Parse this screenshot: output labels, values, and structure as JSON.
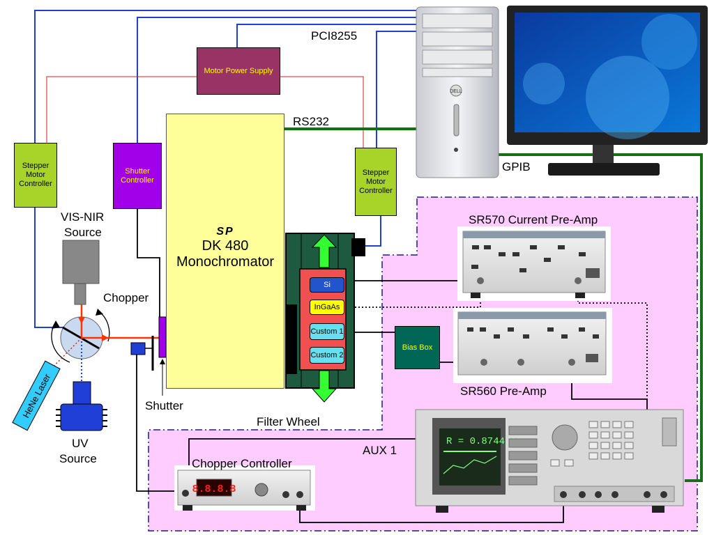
{
  "labels": {
    "pci": "PCI8255",
    "rs232": "RS232",
    "gpib": "GPIB",
    "aux1": "AUX 1",
    "chopper": "Chopper",
    "shutter": "Shutter",
    "filter_wheel": "Filter Wheel",
    "vis_nir_line1": "VIS-NIR",
    "vis_nir_line2": "Source",
    "uv_line1": "UV",
    "uv_line2": "Source",
    "sr570": "SR570 Current Pre-Amp",
    "sr560": "SR560 Pre-Amp",
    "chopper_controller": "Chopper Controller"
  },
  "boxes": {
    "motor_power_supply": "Motor Power Supply",
    "stepper_left_1": "Stepper",
    "stepper_left_2": "Motor",
    "stepper_left_3": "Controller",
    "shutter_ctrl_1": "Shutter",
    "shutter_ctrl_2": "Controller",
    "stepper_right_1": "Stepper",
    "stepper_right_2": "Motor",
    "stepper_right_3": "Controller",
    "bias_box": "Bias Box",
    "mono_brand": "SP",
    "mono_model": "DK 480",
    "mono_type": "Monochromator",
    "laser": "HeNe Laser"
  },
  "detectors": [
    "Si",
    "InGaAs",
    "Custom 1",
    "Custom 2"
  ],
  "instruments": {
    "lockin_display": "R = 0.8744  V",
    "chopper_display": "8.8.8.8"
  },
  "colors": {
    "blue_wire": "#1f3fd6",
    "red_wire": "#d42020",
    "green_wire": "#157015",
    "stepper_fill": "#a8d42a",
    "shutter_fill": "#a100e8",
    "power_fill": "#993366",
    "mono_fill": "#ffff99",
    "bias_fill": "#006655",
    "pink_region": "#ffccff",
    "detector_panel": "#f05050",
    "beam": "#ff3300"
  }
}
